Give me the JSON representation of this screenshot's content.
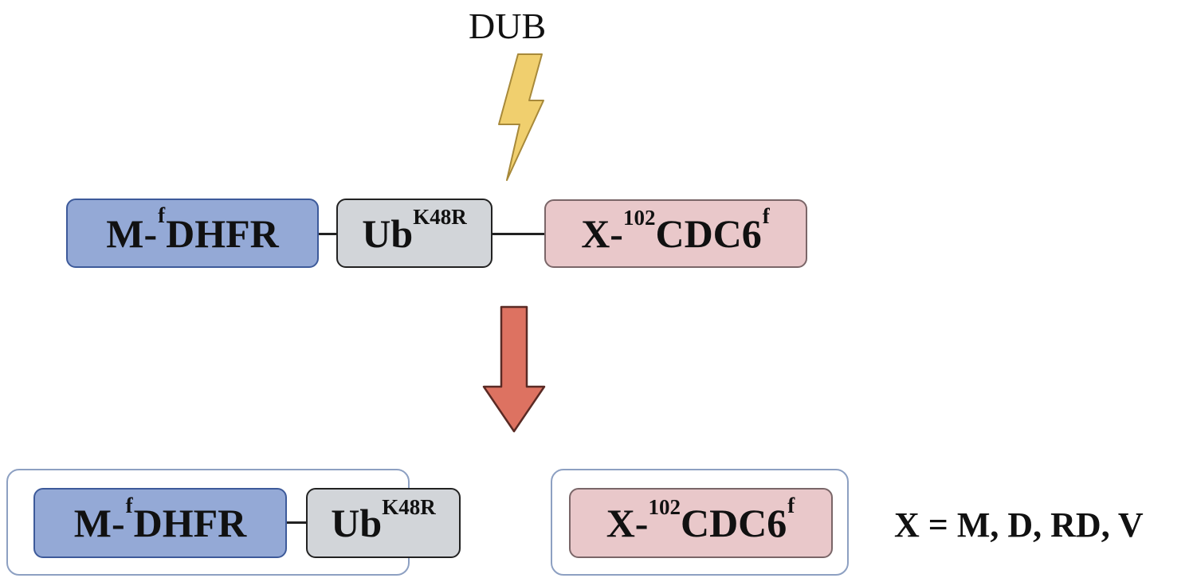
{
  "title": "DUB",
  "colors": {
    "dhfr_fill": "#94a9d6",
    "ub_fill": "#d2d5d9",
    "cdc6_fill": "#e9c8ca",
    "bolt_fill": "#f0cf6e",
    "arrow_fill": "#dd7261"
  },
  "top_construct": {
    "dhfr": {
      "prefix": "M-",
      "sup": "f",
      "name": "DHFR"
    },
    "ub": {
      "name": "Ub",
      "sup": "K48R"
    },
    "cdc6": {
      "prefix": "X-",
      "sup": "102",
      "name": "CDC6",
      "suffix_sup": "f"
    }
  },
  "products": {
    "left": {
      "dhfr": {
        "prefix": "M-",
        "sup": "f",
        "name": "DHFR"
      },
      "ub": {
        "name": "Ub",
        "sup": "K48R"
      }
    },
    "right": {
      "cdc6": {
        "prefix": "X-",
        "sup": "102",
        "name": "CDC6",
        "suffix_sup": "f"
      }
    }
  },
  "legend": "X = M, D, RD, V"
}
